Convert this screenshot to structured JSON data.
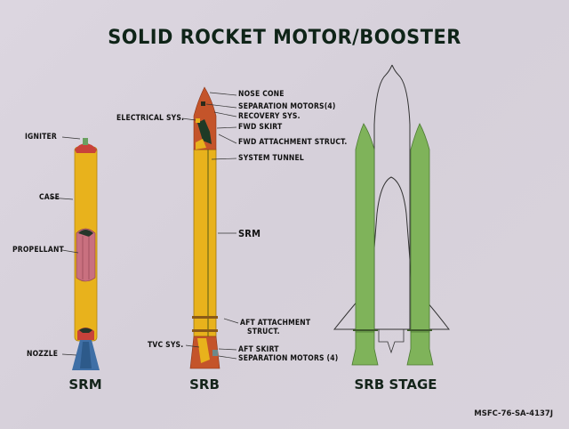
{
  "title": "SOLID ROCKET MOTOR/BOOSTER",
  "diagrams": {
    "srm": {
      "caption": "SRM",
      "labels": {
        "igniter": "IGNITER",
        "case": "CASE",
        "propellant": "PROPELLANT",
        "nozzle": "NOZZLE"
      }
    },
    "srb": {
      "caption": "SRB",
      "labels": {
        "nose_cone": "NOSE CONE",
        "separation_motors_fwd": "SEPARATION MOTORS(4)",
        "recovery_sys": "RECOVERY SYS.",
        "electrical_sys": "ELECTRICAL SYS.",
        "fwd_skirt": "FWD SKIRT",
        "fwd_attachment": "FWD ATTACHMENT STRUCT.",
        "system_tunnel": "SYSTEM TUNNEL",
        "srm": "SRM",
        "aft_attachment_line1": "AFT ATTACHMENT",
        "aft_attachment_line2": "STRUCT.",
        "tvc_sys": "TVC SYS.",
        "aft_skirt": "AFT SKIRT",
        "separation_motors_aft": "SEPARATION MOTORS (4)"
      }
    },
    "srb_stage": {
      "caption": "SRB STAGE"
    }
  },
  "document_code": "MSFC-76-SA-4137J",
  "colors": {
    "background": "#d9d3dd",
    "case_yellow": "#e8b21c",
    "propellant_pink": "#c9707f",
    "nozzle_blue": "#3f6fa6",
    "forward_orange": "#c4542a",
    "booster_green": "#7fb35a",
    "title_text": "#0f2418"
  }
}
